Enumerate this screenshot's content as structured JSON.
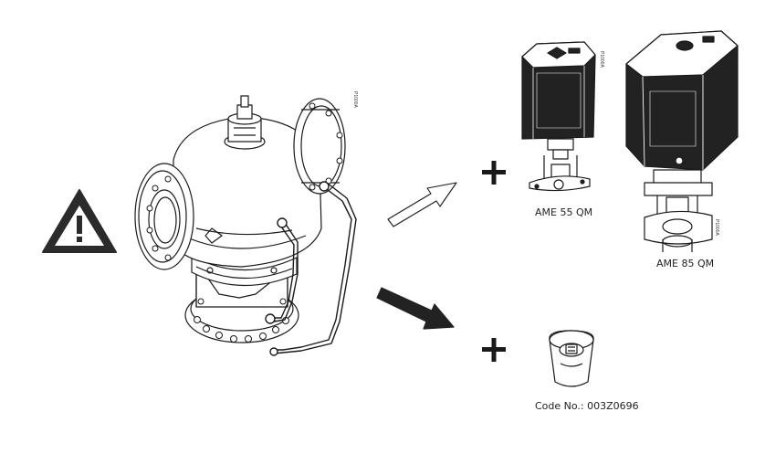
{
  "labels": {
    "ame55": "AME 55 QM",
    "ame85": "AME 85 QM",
    "code": "Code No.: 003Z0696"
  },
  "drawing_ids": {
    "valve": "P1000A",
    "ame55": "P1000A",
    "ame85": "P1000A"
  },
  "colors": {
    "line": "#1a1a1a",
    "warning": "#2b2b2b",
    "actuator_dark": "#222222",
    "white": "#ffffff"
  },
  "icons": {
    "warning": "warning-triangle-icon",
    "plus": "plus-icon",
    "arrow_up": "arrow-outline-icon",
    "arrow_down": "arrow-filled-icon"
  }
}
